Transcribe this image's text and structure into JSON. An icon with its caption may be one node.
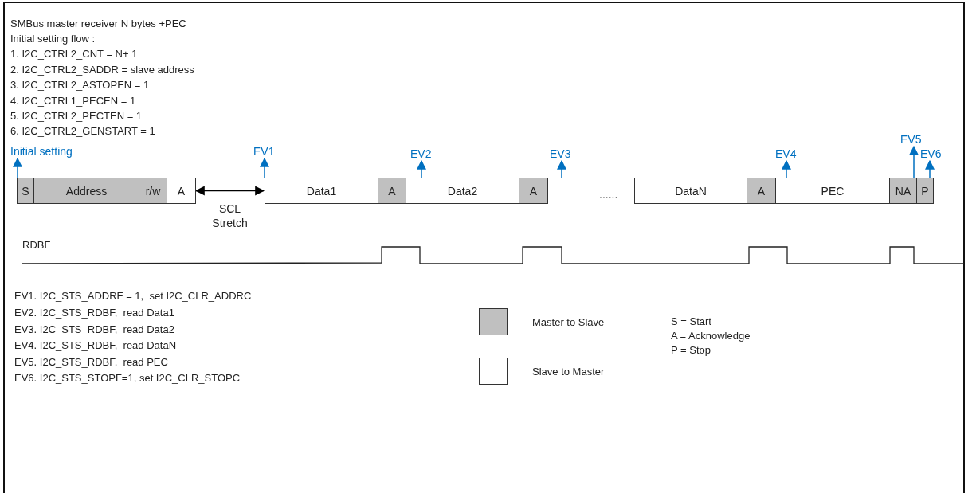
{
  "diagram": {
    "title": "SMBus master receiver N bytes +PEC",
    "nodes": [
      {
        "text": [
          "S"
        ]
      },
      {
        "text": [
          "Address"
        ]
      },
      {
        "text": [
          "r/w"
        ]
      },
      {
        "text": [
          "A"
        ]
      },
      {
        "text": [
          "Data1"
        ]
      },
      {
        "text": [
          "A"
        ]
      },
      {
        "text": [
          "Data2"
        ]
      },
      {
        "text": [
          "A"
        ]
      },
      {
        "text": [
          "DataN"
        ]
      },
      {
        "text": [
          "A"
        ]
      },
      {
        "text": [
          "PEC"
        ]
      },
      {
        "text": [
          "NA"
        ]
      },
      {
        "text": [
          "P"
        ]
      },
      {
        "text": [
          "Initial setting"
        ]
      },
      {
        "text": [
          "EV1"
        ]
      },
      {
        "text": [
          "EV2"
        ]
      },
      {
        "text": [
          "EV3"
        ]
      },
      {
        "text": [
          "EV4"
        ]
      },
      {
        "text": [
          "EV5"
        ]
      },
      {
        "text": [
          "EV6"
        ]
      }
    ],
    "edges": [
      {
        "from": 3,
        "to": 4,
        "arrow": "both",
        "label": "SCL Stretch",
        "color": "#000000"
      },
      {
        "from": 0,
        "to": 13,
        "arrow": "to"
      },
      {
        "from": 4,
        "to": 14,
        "arrow": "to"
      },
      {
        "from": 6,
        "to": 15,
        "arrow": "to"
      },
      {
        "from": null,
        "to": 16,
        "arrow": "to"
      },
      {
        "from": 10,
        "to": 17,
        "arrow": "to"
      },
      {
        "from": 11,
        "to": 18,
        "arrow": "to"
      },
      {
        "from": 12,
        "to": 19,
        "arrow": "to"
      }
    ],
    "labels": [
      "Initial setting flow :",
      "1. I2C_CTRL2_CNT = N+ 1",
      "2. I2C_CTRL2_SADDR = slave address",
      "3. I2C_CTRL2_ASTOPEN = 1",
      "4. I2C_CTRL1_PECEN = 1",
      "5. I2C_CTRL2_PECTEN = 1",
      "6. I2C_CTRL2_GENSTART = 1",
      "......",
      "RDBF",
      "EV1. I2C_STS_ADDRF = 1,  set I2C_CLR_ADDRC",
      "EV2. I2C_STS_RDBF,  read Data1",
      "EV3. I2C_STS_RDBF,  read Data2",
      "EV4. I2C_STS_RDBF,  read DataN",
      "EV5. I2C_STS_RDBF,  read PEC",
      "EV6. I2C_STS_STOPF=1, set I2C_CLR_STOPC",
      "S = Start",
      "A = Acknowledge",
      "P = Stop"
    ],
    "legend": [
      {
        "text": "Master to Slave",
        "color": "#c0c0c0"
      },
      {
        "text": "Slave to Master",
        "color": "#ffffff"
      }
    ]
  }
}
